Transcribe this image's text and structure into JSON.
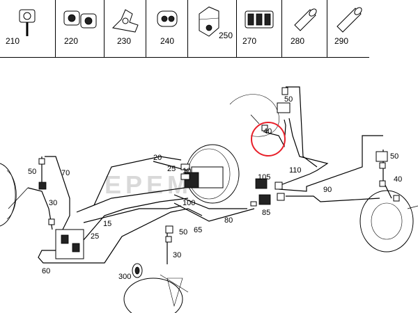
{
  "legend": [
    {
      "label": "210",
      "icon": "clip-single-icon"
    },
    {
      "label": "220",
      "icon": "clip-double-icon"
    },
    {
      "label": "230",
      "icon": "clip-bracket-icon"
    },
    {
      "label": "240",
      "icon": "clip-round-icon"
    },
    {
      "label": "250",
      "icon": "clip-stack-icon"
    },
    {
      "label": "270",
      "icon": "clip-triple-icon"
    },
    {
      "label": "280",
      "icon": "sleeve-short-icon"
    },
    {
      "label": "290",
      "icon": "sleeve-long-icon"
    }
  ],
  "callouts": {
    "c20": "20",
    "c25a": "25",
    "c25b": "25",
    "c15": "15",
    "c10": "10",
    "c30a": "30",
    "c30b": "30",
    "c40a": "40",
    "c40b": "40",
    "c50a": "50",
    "c50b": "50",
    "c50c": "50",
    "c50d": "50",
    "c60": "60",
    "c65": "65",
    "c70": "70",
    "c80": "80",
    "c85": "85",
    "c90": "90",
    "c100": "100",
    "c105": "105",
    "c110": "110",
    "c300": "300"
  },
  "watermark": "EPEMIA",
  "highlight_color": "#e8202a"
}
